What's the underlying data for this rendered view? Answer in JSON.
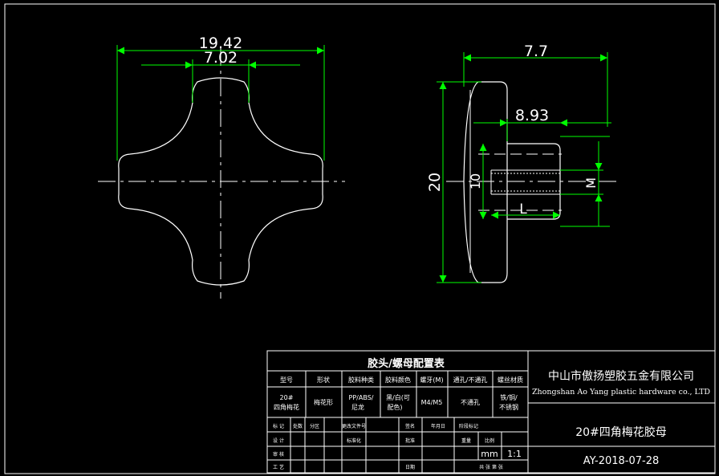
{
  "dimensions": {
    "overall_width": "19.42",
    "inner_width": "7.02",
    "total_depth": "7.7",
    "boss_depth": "8.93",
    "overall_height": "20",
    "boss_diameter": "10",
    "thread_length": "L",
    "thread_size": "M"
  },
  "config_table": {
    "title": "胶头/螺母配置表",
    "headers": [
      "型号",
      "形状",
      "胶料种类",
      "胶料颜色",
      "螺牙(M)",
      "通孔/不通孔",
      "螺丝材质"
    ],
    "row": {
      "model": [
        "20#",
        "四角梅花"
      ],
      "shape": "梅花形",
      "material": [
        "PP/ABS/",
        "尼龙"
      ],
      "color": [
        "黑/白(可",
        "配色)"
      ],
      "thread": "M4/M5",
      "hole": "不通孔",
      "screw": [
        "铁/铜/",
        "不锈钢"
      ]
    }
  },
  "signoff": {
    "row_labels": [
      "标 记",
      "设 计",
      "审 核",
      "工 艺"
    ],
    "col_labels": [
      "处数",
      "分区",
      "更改文件号",
      "签名",
      "年月日"
    ],
    "middle_labels": [
      "标准化",
      "批准",
      "日期"
    ],
    "stage_label": "阶段标记",
    "weight_label": "重量",
    "scale_label": "比例",
    "unit": "mm",
    "scale": "1:1",
    "sheet_label": "共 张 第 张"
  },
  "company": {
    "name_cn": "中山市傲扬塑胶五金有限公司",
    "name_en": "Zhongshan Ao Yang plastic hardware co., LTD"
  },
  "part_name": "20#四角梅花胶母",
  "drawing_number": "AY-2018-07-28",
  "colors": {
    "background": "#000000",
    "outline": "#ffffff",
    "dimension": "#00ff00"
  }
}
